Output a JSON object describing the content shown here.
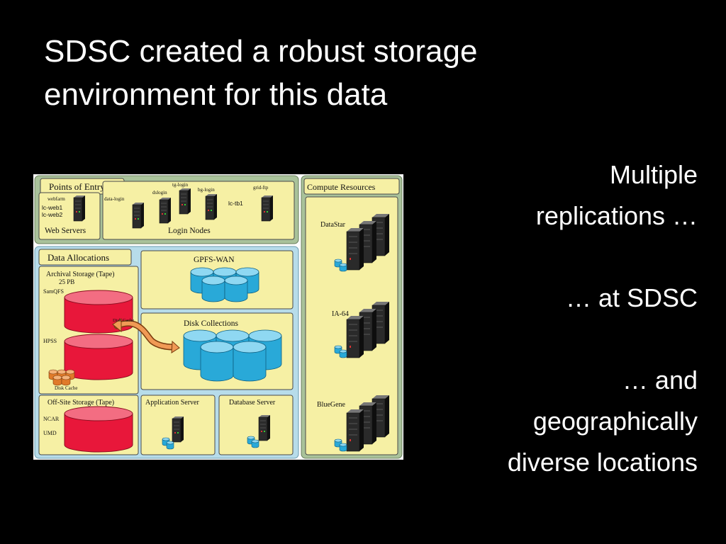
{
  "slide": {
    "title_lines": [
      "SDSC created a robust storage",
      "environment for this data"
    ],
    "bullets": [
      [
        "Multiple",
        "replications …"
      ],
      [
        "… at SDSC"
      ],
      [
        "… and",
        "geographically",
        "diverse locations"
      ]
    ]
  },
  "diagram": {
    "points_of_entry": {
      "title": "Points of Entry",
      "web_servers": {
        "label": "Web Servers",
        "hosts": [
          "webfarm",
          "lc-web1",
          "lc-web2"
        ]
      },
      "login_nodes": {
        "label": "Login Nodes",
        "hosts": [
          "data-login",
          "dslogin",
          "tg-login",
          "bg-login",
          "grid-ftp",
          "lc-tb1"
        ]
      }
    },
    "compute_resources": {
      "title": "Compute Resources",
      "systems": [
        "DataStar",
        "IA-64",
        "BlueGene"
      ]
    },
    "data_allocations": {
      "title": "Data Allocations",
      "archival": {
        "title": "Archival Storage (Tape)",
        "capacity": "25 PB",
        "labels": [
          "SamQFS",
          "HPSS"
        ],
        "cache_arrow": "Disk Cache",
        "cache_label": "Disk Cache"
      },
      "gpfs_wan": {
        "title": "GPFS-WAN"
      },
      "disk_collections": {
        "title": "Disk Collections"
      },
      "offsite": {
        "title": "Off-Site Storage (Tape)",
        "labels": [
          "NCAR",
          "UMD"
        ]
      },
      "application_server": {
        "title": "Application Server"
      },
      "database_server": {
        "title": "Database Server"
      }
    },
    "colors": {
      "panel": "#f6f0a4",
      "panel_border": "#4a4a4a",
      "outer_green": "#a9c29a",
      "outer_blue": "#b7dcea",
      "tape_red": "#e8173a",
      "disk_blue": "#29a9d8",
      "cache_orange": "#e07a2a",
      "server_dark": "#2b2b2b"
    }
  }
}
